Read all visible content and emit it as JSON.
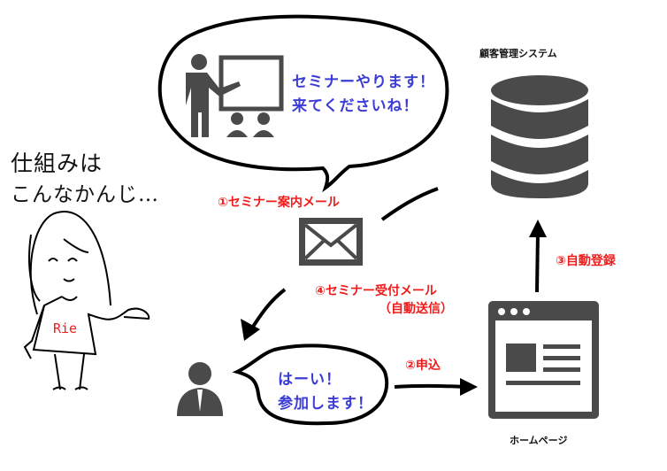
{
  "bubble_top": {
    "line1": "セミナーやります！",
    "line2": "来てくださいね！"
  },
  "bubble_user": {
    "line1": "はーい！",
    "line2": "参加します！"
  },
  "labels": {
    "step1": "①セミナー案内メール",
    "step2": "②申込",
    "step3": "③自動登録",
    "step4_line1": "④セミナー受付メール",
    "step4_line2": "（自動送信）",
    "crm": "顧客管理システム",
    "homepage": "ホームページ"
  },
  "narrator": {
    "line1": "仕組みは",
    "line2": "こんなかんじ…",
    "shirt": "Rie"
  },
  "colors": {
    "accent_red": "#f01c1c",
    "speech_blue": "#3b3bd6",
    "icon_gray": "#4a4a4a"
  }
}
